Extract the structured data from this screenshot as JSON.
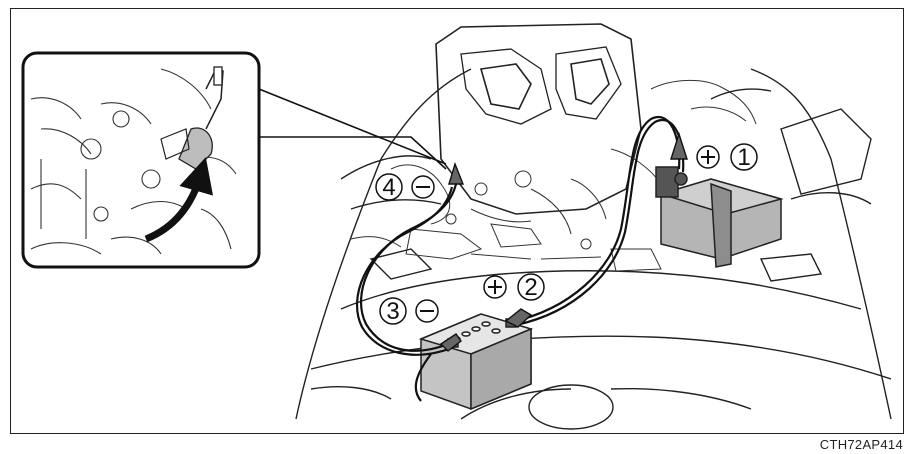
{
  "figure": {
    "code": "CTH72AP414"
  },
  "callouts": [
    {
      "id": "1",
      "sign": "+",
      "number": "1"
    },
    {
      "id": "2",
      "sign": "+",
      "number": "2"
    },
    {
      "id": "3",
      "sign": "−",
      "number": "3"
    },
    {
      "id": "4",
      "sign": "−",
      "number": "4"
    }
  ],
  "colors": {
    "line": "#222222",
    "battery_shade": "#b5b5b5",
    "ground_point_highlight": "#bdbdbd",
    "background": "#ffffff"
  },
  "icons": [
    "engine-cover-icon",
    "battery-icon",
    "booster-battery-icon",
    "jumper-cable-icon",
    "clamp-icon",
    "curved-arrow-icon"
  ]
}
